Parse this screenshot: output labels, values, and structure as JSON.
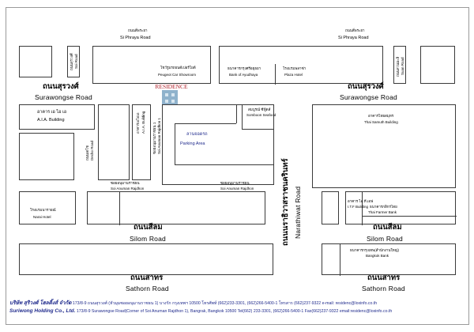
{
  "roads": {
    "si_phraya_th_left": "ถนนสี่พระยา",
    "si_phraya_en_left": "Si Phraya Road",
    "si_phraya_th_right": "ถนนสี่พระยา",
    "si_phraya_en_right": "Si Phraya Road",
    "surawongse_th_left": "ถนนสุรวงศ์",
    "surawongse_en_left": "Surawongse  Road",
    "surawongse_th_right": "ถนนสุรวงศ์",
    "surawongse_en_right": "Surawongse Road",
    "silom_th_left": "ถนนสีลม",
    "silom_en_left": "Silom Road",
    "silom_th_right": "ถนนสีลม",
    "silom_en_right": "Silom Road",
    "sathorn_th_left": "ถนนสาทร",
    "sathorn_en_left": "Sathorn Road",
    "sathorn_th_right": "ถนนสาทร",
    "sathorn_en_right": "Sathorn Road",
    "narathiwat_th": "ถนนนราธิวาสราชนครินทร์",
    "narathiwat_en": "Narathiwat Road",
    "soi_road_th": "ถนนสุรวงศ์",
    "soi_road_en": "Soi Road",
    "suan_road_th": "ถนนสวนมะลิ",
    "suan_road_en": "Suan Road",
    "decho_th": "ถนนเดโช",
    "decho_en": "Decho Road",
    "soi_anuman_th_top": "ซอยอนุมานราชธน 1",
    "soi_anuman_en_top": "Soi Anuman Rajdhon 1",
    "soi_anuman_th_bottom_left": "ซอยอนุมานราชธน",
    "soi_anuman_en_bottom_left": "Soi Anuman Rajdhon",
    "soi_anuman_th_bottom_right": "ซอยอนุมานราชธน",
    "soi_anuman_en_bottom_right": "Soi Anuman Rajdhon"
  },
  "places": {
    "peugeot_th": "โชว์รูมรถยนต์เปอร์โยต์",
    "peugeot_en": "Peugeot Car Showroom",
    "ayudhya_th": "ธนาคารกรุงศรีอยุธยา",
    "ayudhya_en": "Bank of Ayudhaya",
    "plaza_th": "โรงแรมพลาซ่า",
    "plaza_en": "Plaza Hotel",
    "aia_th": "อาคาร เอ ไอ เอ",
    "aia_en": "A.I.A. Building",
    "aia_small_th": "อาคารเอไอเอ",
    "aia_small_en": "A.I.A. Building",
    "somboon_th": "สมบูรณ์ ซีฟู้ดส์",
    "somboon_en": "Somboon Seafood",
    "parking_th": "ลานจอดรถ",
    "parking_en": "Parking Area",
    "thai_samut_th": "อาคารไทยสมุทร",
    "thai_samut_en": "Thai Samuth Building",
    "narai_th": "โรงแรมนารายณ์",
    "narai_en": "Narai Hotel",
    "itf_th": "อาคาร ไอ.ที.เอฟ",
    "itf_en": "I.T.F Building",
    "thai_farmer_th": "ธนาคารกสิกรไทย",
    "thai_farmer_en": "Thai Farmer Bank",
    "bangkok_bank_th": "ธนาคารกรุงเทพ(สำนักงานใหญ่)",
    "bangkok_bank_en": "Bangkok Bank",
    "logo_text": "RESIDENCE"
  },
  "footer": {
    "line1_name": "บริษัท สุริวงศ์ โฮลดิ้งส์ จำกัด",
    "line1_rest": "173/8-9 ถนนสุรวงศ์ (หัวมุมซอยอนุมานราชธน 1) บางรัก กรุงเทพฯ 10500 โทรศัพท์ (662)233-3301, (662)266-5400-1 โทรสาร (662)237-9322 e-mail: residenc@loxinfo.co.th",
    "line2_name": "Suriwong Holding Co., Ltd.",
    "line2_rest": "173/8-9 Surawongse Road(Corner of Soi Anuman Rajdhon 1), Bangrak, Bangkok 10500 Tel(662) 233-3301, (662)266-5400-1 Fax(662)237-9322 email:residenc@loxinfo.co.th"
  },
  "colors": {
    "block_border": "#3a3a3a",
    "label_blue": "#1f2a8c",
    "logo_red": "#b0202a",
    "logo_blue": "#8fb2cc"
  }
}
